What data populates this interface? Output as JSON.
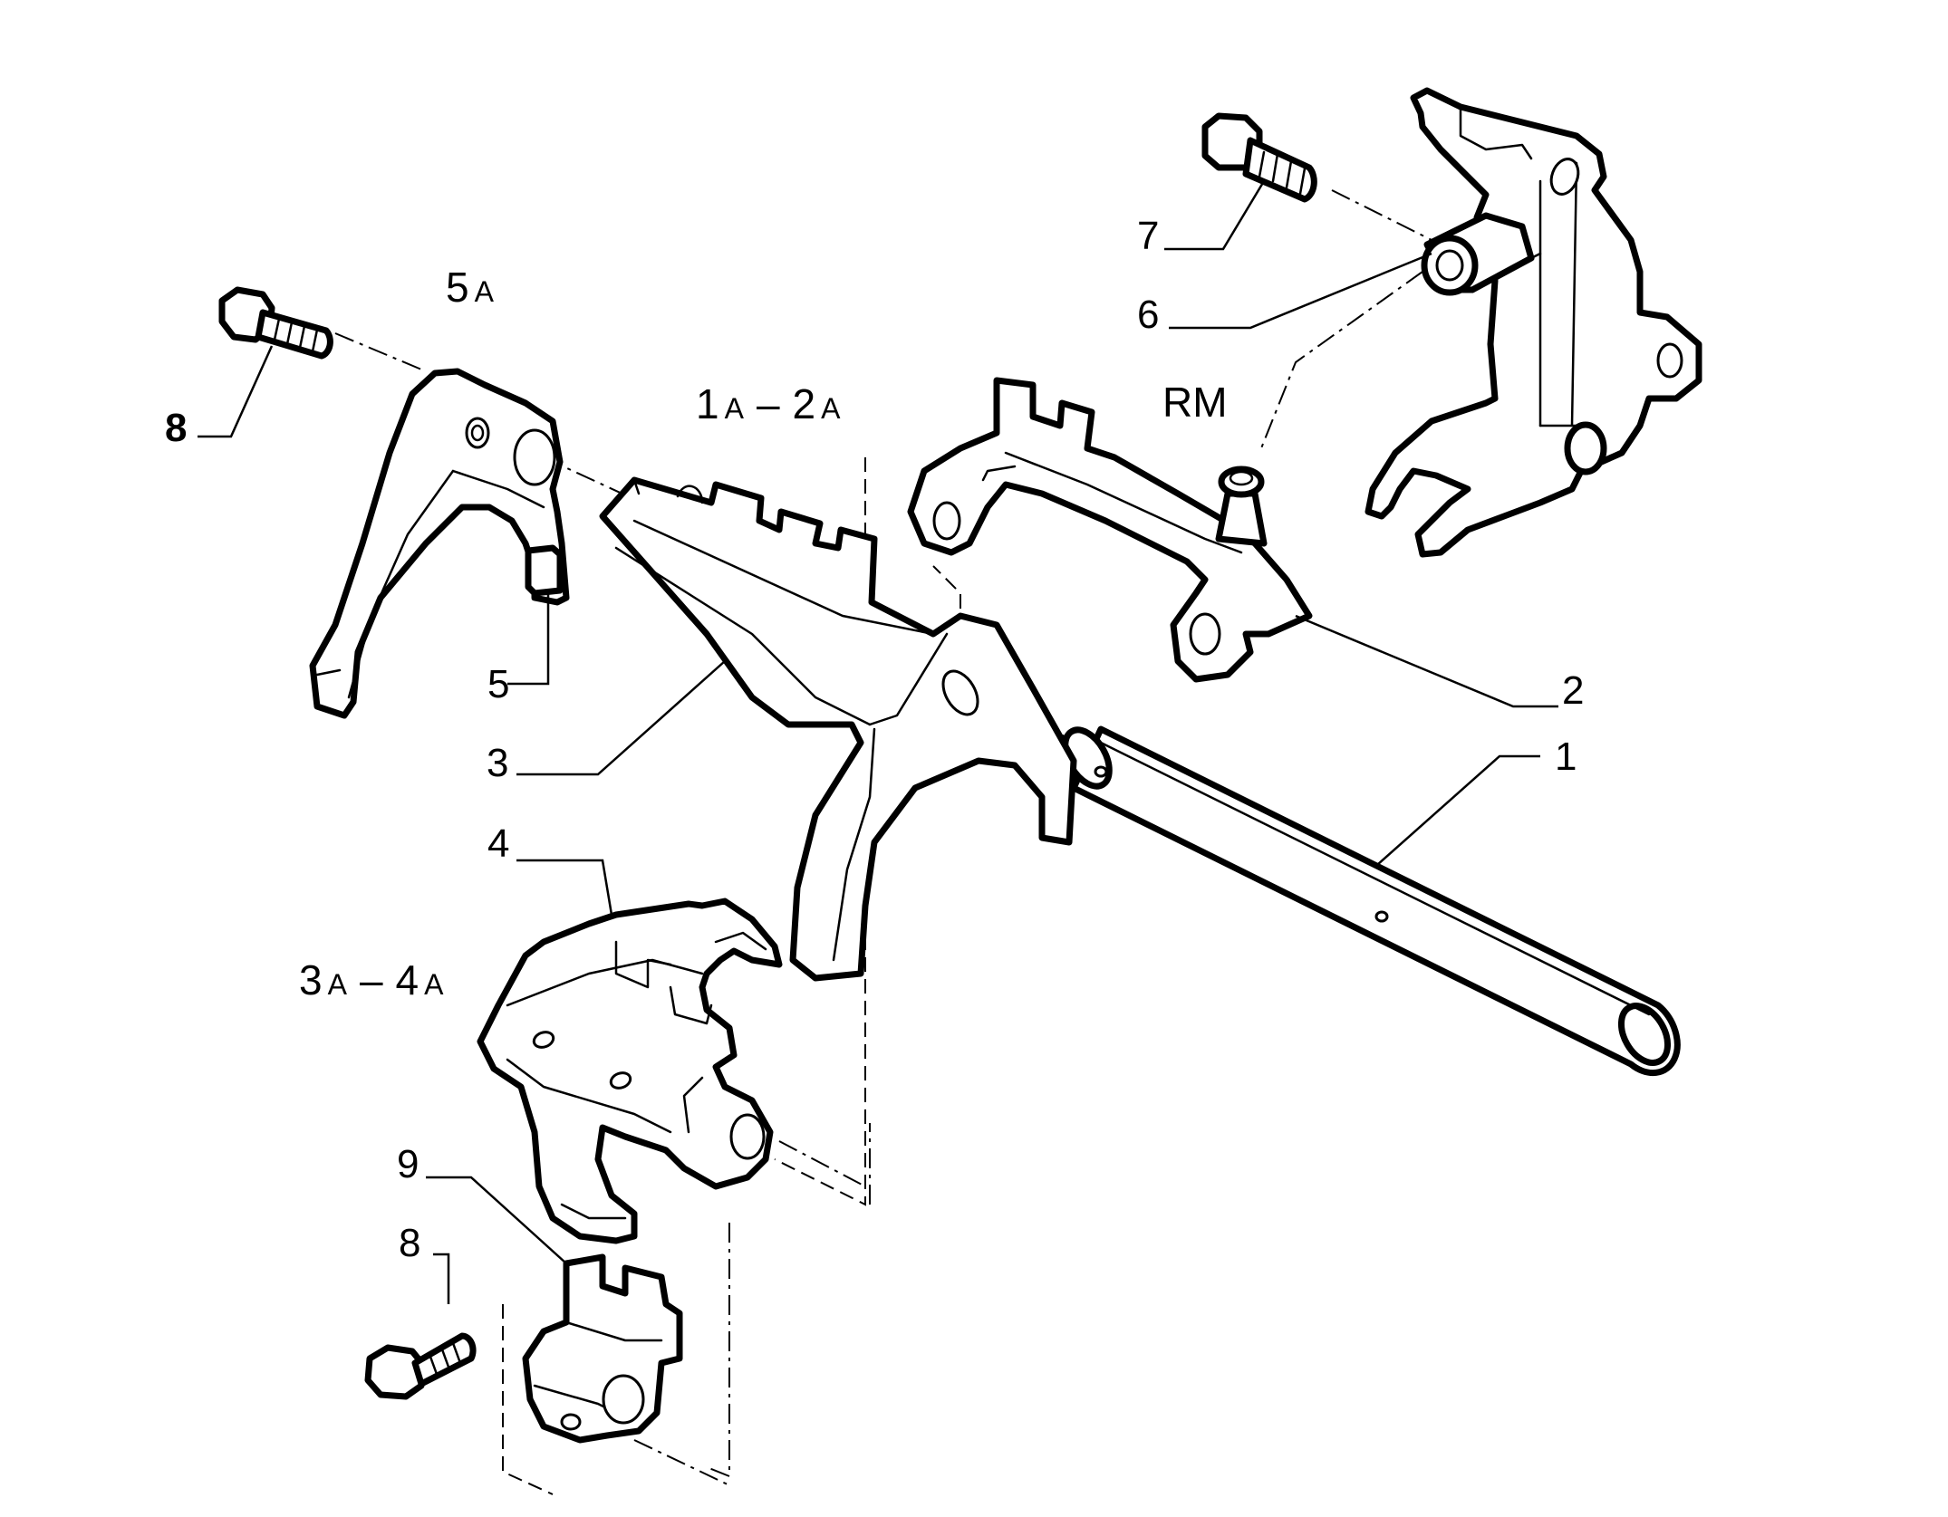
{
  "callouts": {
    "c1": "1",
    "c2": "2",
    "c3": "3",
    "c4": "4",
    "c5": "5",
    "c6": "6",
    "c7": "7",
    "c8_top": "8",
    "c8_bottom": "8",
    "c9": "9"
  },
  "gears": {
    "fifth": {
      "num": "5",
      "sub": "A"
    },
    "first_second": {
      "n1": "1",
      "sub1": "A",
      "dash": "–",
      "n2": "2",
      "sub2": "A"
    },
    "third_fourth": {
      "n1": "3",
      "sub1": "A",
      "dash": "–",
      "n2": "4",
      "sub2": "A"
    },
    "reverse": "RM"
  }
}
